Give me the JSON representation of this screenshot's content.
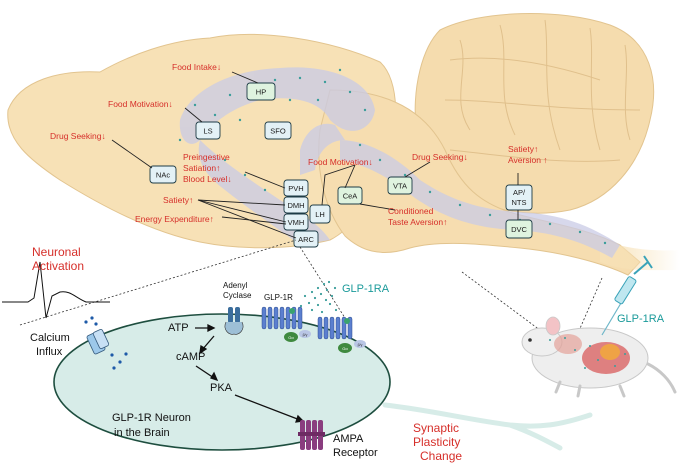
{
  "brain": {
    "labels": {
      "hp": "HP",
      "ls": "LS",
      "sfo": "SFO",
      "nac": "NAc",
      "pvh": "PVH",
      "dmh": "DMH",
      "vmh": "VMH",
      "arc": "ARC",
      "lh": "LH",
      "cea": "CeA",
      "vta": "VTA",
      "ap_nts_1": "AP/",
      "ap_nts_2": "NTS",
      "dvc": "DVC"
    },
    "effects": {
      "food_intake": "Food Intake↓",
      "food_motivation_1": "Food Motivation↓",
      "drug_seeking_1": "Drug Seeking↓",
      "preingestive_1": "Preingestive",
      "preingestive_2": "Satiation↑",
      "preingestive_3": "Blood Level↓",
      "satiety_1": "Satiety↑",
      "energy_expenditure": "Energy Expenditure↑",
      "food_motivation_2": "Food Motivation↓",
      "drug_seeking_2": "Drug Seeking↓",
      "conditioned_1": "Conditioned",
      "conditioned_2": "Taste Aversion↑",
      "satiety_2": "Satiety↑",
      "aversion": "Aversion ↑"
    }
  },
  "neuron": {
    "neuronal_activation_1": "Neuronal",
    "neuronal_activation_2": "Activation",
    "calcium_1": "Calcium",
    "calcium_2": "Influx",
    "adenyl_1": "Adenyl",
    "adenyl_2": "Cyclase",
    "glp1r": "GLP-1R",
    "glp1ra_top": "GLP-1RA",
    "atp": "ATP",
    "camp": "cAMP",
    "pka": "PKA",
    "neuron_name_1": "GLP-1R Neuron",
    "neuron_name_2": "in the Brain",
    "ampa_1": "AMPA",
    "ampa_2": "Receptor",
    "synaptic_1": "Synaptic",
    "synaptic_2": "Plasticity",
    "synaptic_3": "Change",
    "g_alpha": "Gα",
    "g_beta_gamma": "β/γ"
  },
  "mouse": {
    "glp1ra_label": "GLP-1RA"
  },
  "colors": {
    "effect_red": "#d62f2a",
    "drug_teal": "#1a9a9a",
    "brain_fill": "#f7e1b6",
    "pathway_lavender": "#c9cbe6",
    "neuron_cell": "#d7ece8"
  }
}
